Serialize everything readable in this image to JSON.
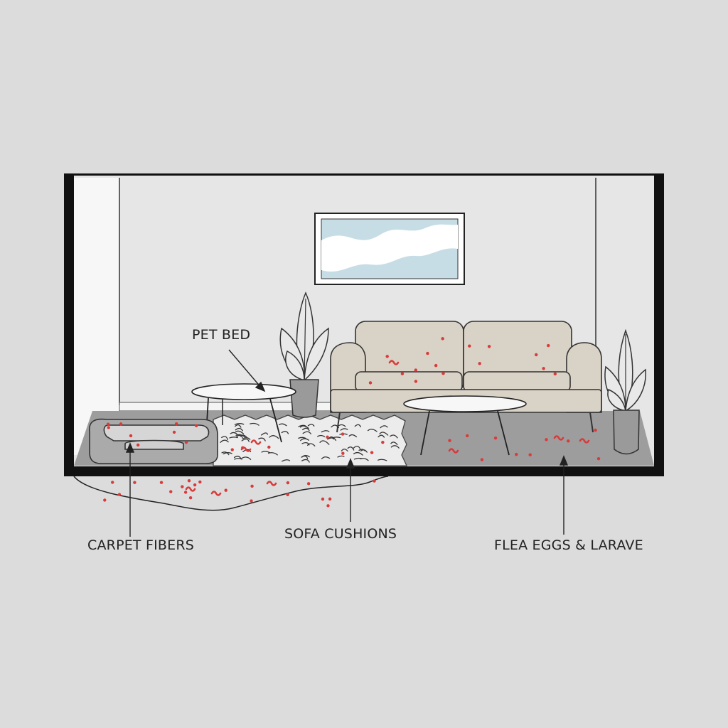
{
  "labels": {
    "pet_bed": "PET BED",
    "carpet_fibers": "CARPET FIBERS",
    "sofa_cushions": "SOFA CUSHIONS",
    "flea_eggs": "FLEA EGGS & LARAVE"
  },
  "colors": {
    "background": "#dcdcdc",
    "wall": "#e6e6e6",
    "frame": "#111111",
    "floor": "#9e9e9e",
    "rug": "#e9e9e9",
    "sofa": "#d9d2c6",
    "flea": "#d93a3a",
    "window_sky": "#c7dde6"
  }
}
